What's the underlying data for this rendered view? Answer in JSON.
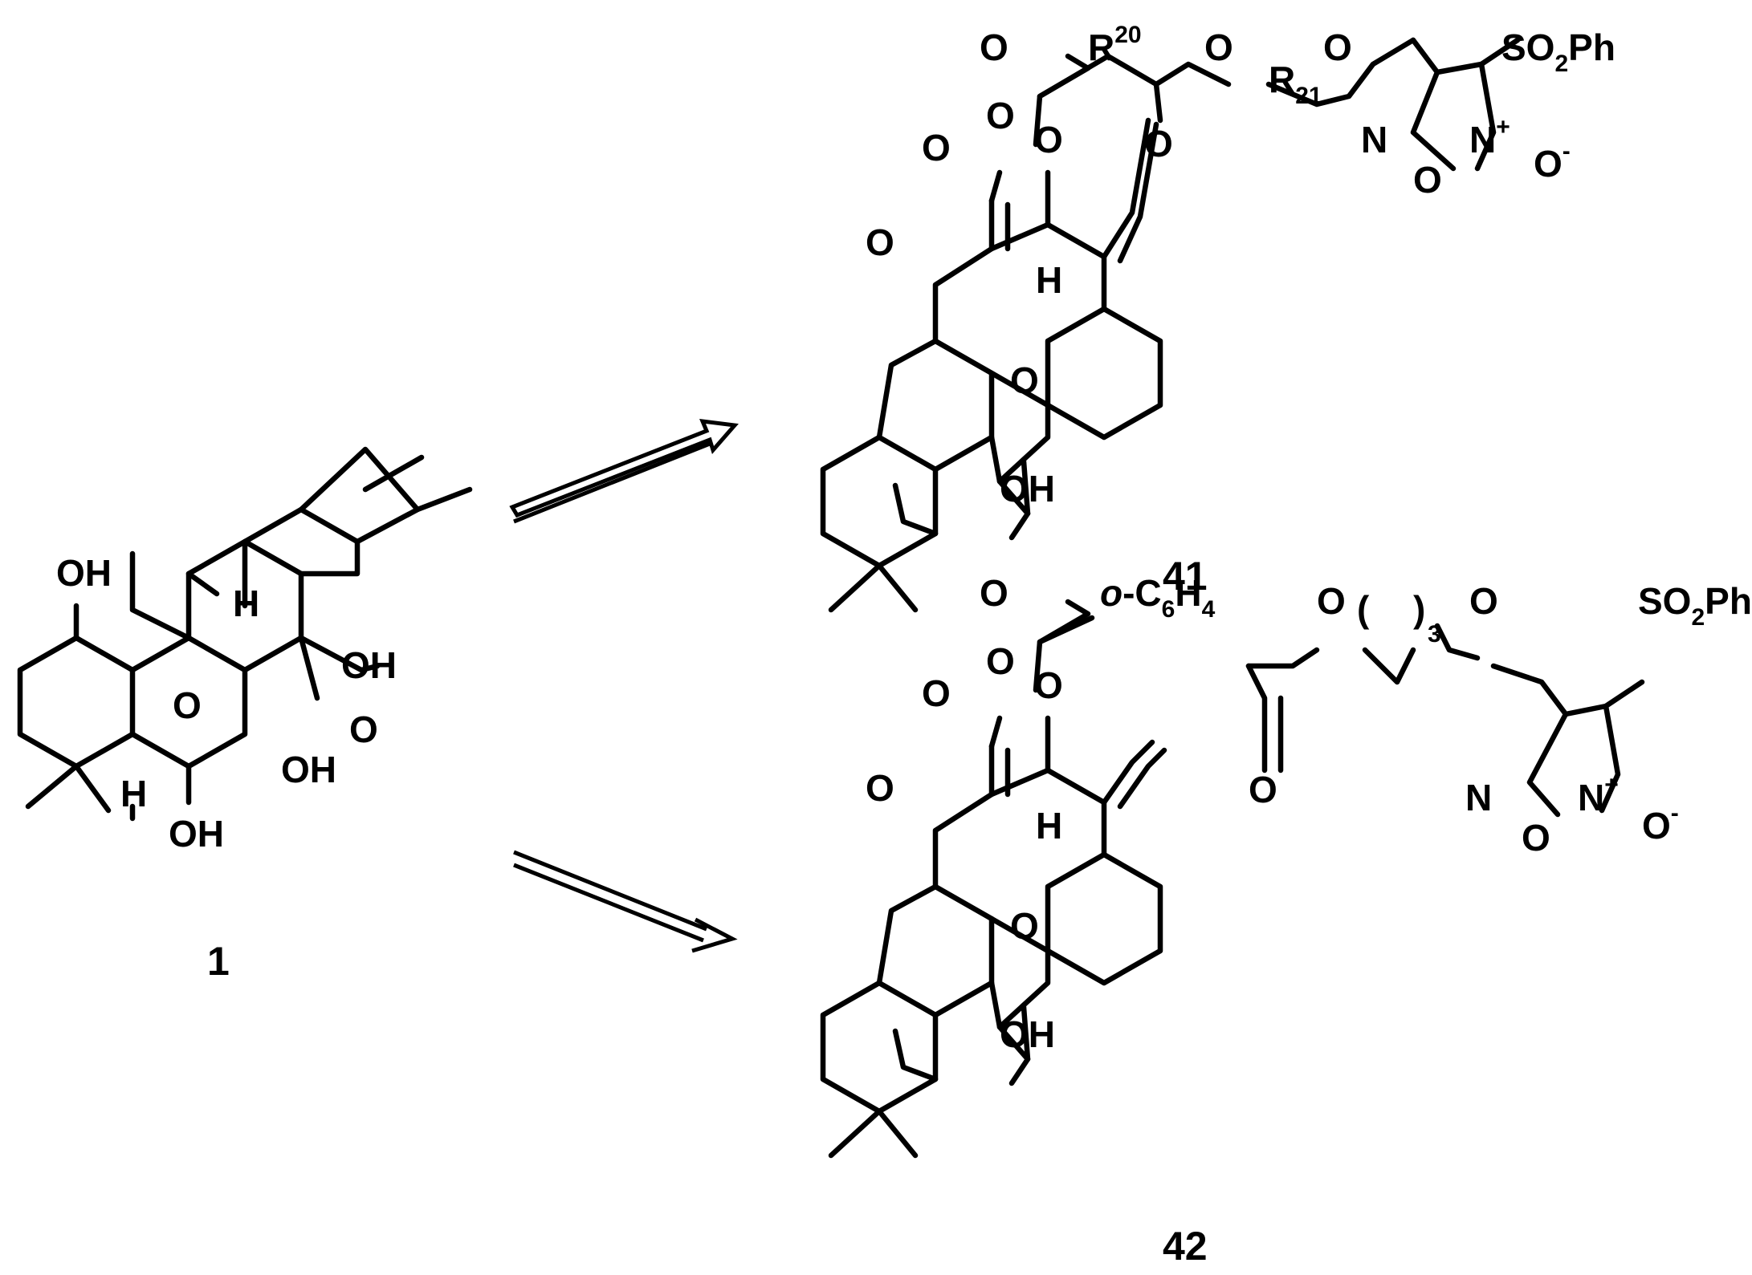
{
  "compound_labels": {
    "start": "1",
    "top": "41",
    "bottom": "42"
  },
  "compound_1_atoms": {
    "oh_top": "OH",
    "h_junction": "H",
    "oh_right": "OH",
    "o_keto": "O",
    "o_bridge": "O",
    "oh_mid": "OH",
    "oh_bottom": "OH",
    "h_bottom": "H"
  },
  "core_atoms": {
    "o_lactone_carbonyl": "O",
    "o_lactone_ring": "O",
    "h_junction": "H",
    "o_hemiacetal_ring": "O",
    "oh": "OH",
    "o_aldehyde": "O",
    "o_ester": "O",
    "o_carbonyl": "O"
  },
  "compound_41_chain": {
    "r20": "R",
    "r20_sup": "20",
    "o_ester": "O",
    "o_carbonyl": "O",
    "r21": "R",
    "r21_sub": "21",
    "o_ether": "O",
    "sulfonyl": "SO",
    "sulfonyl_sub": "2",
    "phenyl": "Ph",
    "ring_n": "N",
    "ring_o": "O",
    "n_oxide": "N",
    "n_charge": "+",
    "o_minus": "O",
    "o_charge": "-"
  },
  "compound_42_chain": {
    "ortho": "o",
    "phenylene_c": "-C",
    "phenylene_c_sub": "6",
    "phenylene_h": "H",
    "phenylene_h_sub": "4",
    "o_ester": "O",
    "o_carbonyl": "O",
    "repeat_sub": "3",
    "o_ether": "O",
    "sulfonyl": "SO",
    "sulfonyl_sub": "2",
    "phenyl": "Ph",
    "ring_n": "N",
    "ring_o": "O",
    "n_oxide": "N",
    "n_charge": "+",
    "o_minus": "O",
    "o_charge": "-"
  }
}
